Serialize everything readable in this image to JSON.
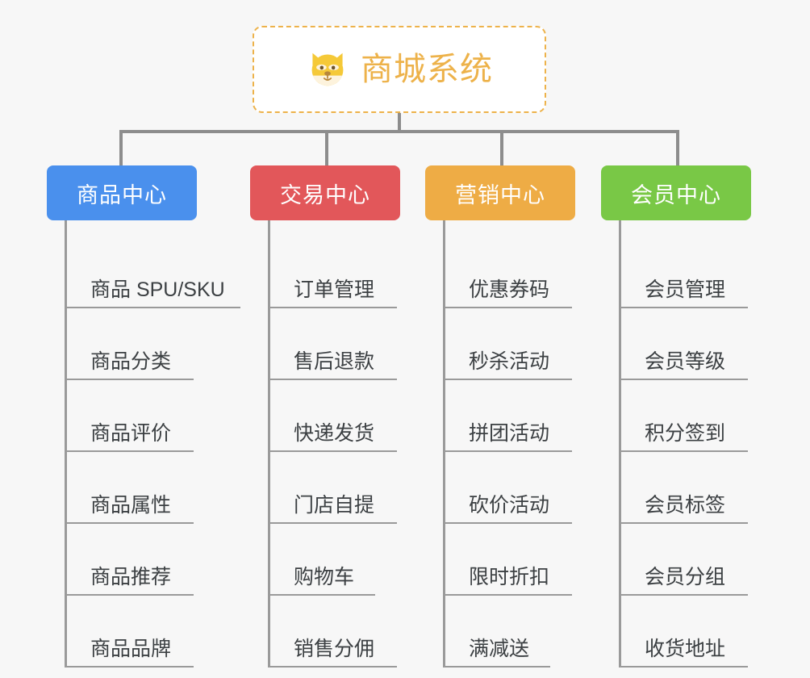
{
  "diagram": {
    "type": "org-tree",
    "background_color": "#f7f7f7",
    "root": {
      "title": "商城系统",
      "icon": "dog-face-emoji",
      "text_color": "#edb24a",
      "border_color": "#edb24a",
      "background_color": "#ffffff"
    },
    "connector_color": "#8d8d8d",
    "columns": [
      {
        "title": "商品中心",
        "color": "#4a90ed",
        "width": 186,
        "items": [
          "商品 SPU/SKU",
          "商品分类",
          "商品评价",
          "商品属性",
          "商品推荐",
          "商品品牌"
        ]
      },
      {
        "title": "交易中心",
        "color": "#e2575a",
        "width": 186,
        "items": [
          "订单管理",
          "售后退款",
          "快递发货",
          "门店自提",
          "购物车",
          "销售分佣"
        ]
      },
      {
        "title": "营销中心",
        "color": "#eeac45",
        "width": 186,
        "items": [
          "优惠券码",
          "秒杀活动",
          "拼团活动",
          "砍价活动",
          "限时折扣",
          "满减送"
        ]
      },
      {
        "title": "会员中心",
        "color": "#79c846",
        "width": 186,
        "items": [
          "会员管理",
          "会员等级",
          "积分签到",
          "会员标签",
          "会员分组",
          "收货地址"
        ]
      }
    ]
  }
}
